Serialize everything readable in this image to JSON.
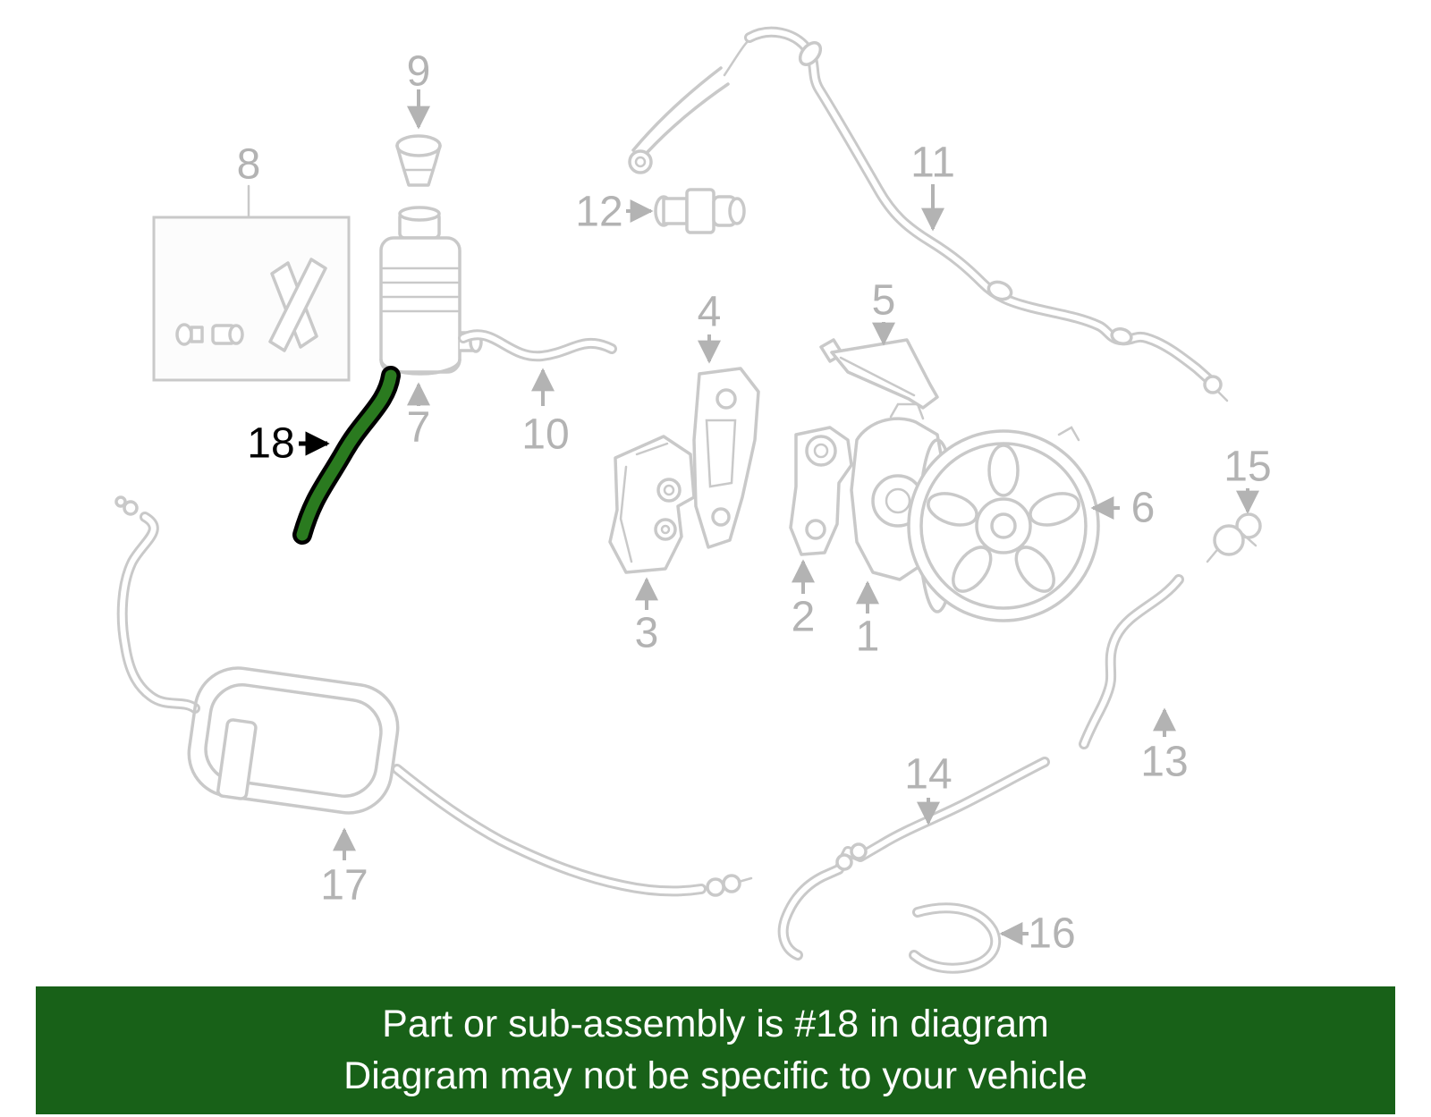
{
  "colors": {
    "line": "#c9c9c9",
    "label": "#b3b3b3",
    "highlight": "#2a7a1f",
    "highlight_outline": "#000000",
    "banner_bg": "#186118",
    "banner_text": "#ffffff"
  },
  "highlight": {
    "part_number": "18"
  },
  "banner": {
    "line1": "Part or sub-assembly is #18 in diagram",
    "line2": "Diagram may not be specific to your vehicle"
  },
  "diagram": {
    "callouts": {
      "c1": "1",
      "c2": "2",
      "c3": "3",
      "c4": "4",
      "c5": "5",
      "c6": "6",
      "c7": "7",
      "c8": "8",
      "c9": "9",
      "c10": "10",
      "c11": "11",
      "c12": "12",
      "c13": "13",
      "c14": "14",
      "c15": "15",
      "c16": "16",
      "c17": "17",
      "c18": "18"
    }
  }
}
